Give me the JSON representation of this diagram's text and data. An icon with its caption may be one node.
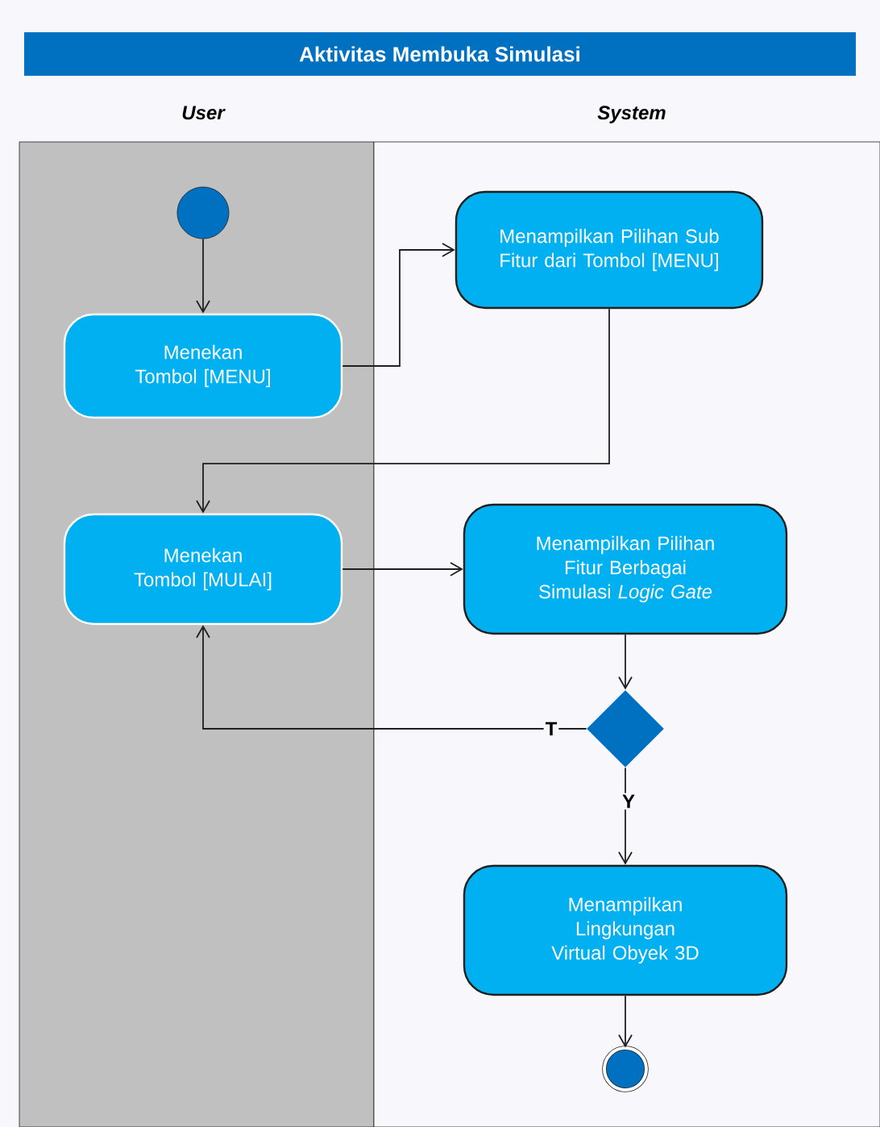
{
  "diagram": {
    "title": "Aktivitas Membuka Simulasi",
    "nodes": [
      {
        "text": [
          "User"
        ]
      },
      {
        "text": [
          "System"
        ]
      },
      {
        "text": [],
        "shape": "circle",
        "in": 0
      },
      {
        "text": [
          "Menekan Tombol [MENU]"
        ],
        "in": 0
      },
      {
        "text": [
          "Menampilkan Pilihan Sub Fitur dari Tombol [MENU]"
        ],
        "in": 1
      },
      {
        "text": [
          "Menekan Tombol [MULAI]"
        ],
        "in": 0
      },
      {
        "text": [
          "Menampilkan Pilihan Fitur Berbagai Simulasi *Logic Gate*"
        ],
        "in": 1
      },
      {
        "text": [],
        "shape": "diamond",
        "in": 1
      },
      {
        "text": [
          "Menampilkan Lingkungan Virtual Obyek 3D"
        ],
        "in": 1
      },
      {
        "text": [],
        "shape": "double-circle",
        "in": 1
      }
    ],
    "edges": [
      {
        "from": 2,
        "to": 3,
        "arrow": "to"
      },
      {
        "from": 3,
        "to": 4,
        "arrow": "to"
      },
      {
        "from": 4,
        "to": 5,
        "arrow": "to"
      },
      {
        "from": 5,
        "to": 6,
        "arrow": "to"
      },
      {
        "from": 6,
        "to": 7,
        "arrow": "to"
      },
      {
        "from": 7,
        "to": 5,
        "arrow": "to",
        "label": "T"
      },
      {
        "from": 7,
        "to": 8,
        "arrow": "to",
        "label": "Y"
      },
      {
        "from": 8,
        "to": 9,
        "arrow": "to"
      }
    ]
  }
}
